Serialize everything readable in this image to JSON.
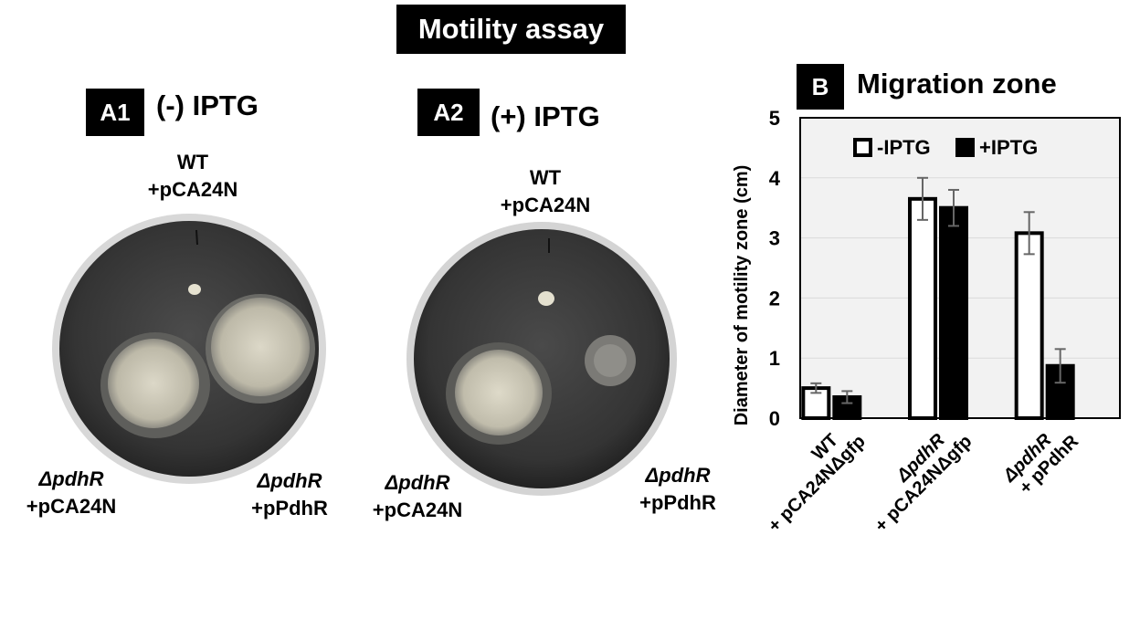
{
  "figure_title": "Motility assay",
  "panel_a1": {
    "tag": "A1",
    "condition": "(-) IPTG",
    "top_label_line1": "WT",
    "top_label_line2": "+pCA24N",
    "left_label_line1": "ΔpdhR",
    "left_label_line2": "+pCA24N",
    "right_label_line1": "ΔpdhR",
    "right_label_line2": "+pPdhR"
  },
  "panel_a2": {
    "tag": "A2",
    "condition": "(+) IPTG",
    "top_label_line1": "WT",
    "top_label_line2": "+pCA24N",
    "left_label_line1": "ΔpdhR",
    "left_label_line2": "+pCA24N",
    "right_label_line1": "ΔpdhR",
    "right_label_line2": "+pPdhR"
  },
  "panel_b": {
    "tag": "B",
    "title": "Migration zone"
  },
  "colors": {
    "plate_background": "#3a3a3a",
    "colony": "#cfcbbd",
    "bar_minus": "#ffffff",
    "bar_plus": "#000000",
    "plot_area": "#f2f2f2"
  },
  "chart_data": {
    "type": "bar",
    "ylabel": "Diameter of motility zone (cm)",
    "ylim": [
      0,
      5
    ],
    "yticks": [
      "0",
      "1",
      "2",
      "3",
      "4",
      "5"
    ],
    "categories": [
      {
        "line1": "WT",
        "line2": "+ pCA24NΔgfp"
      },
      {
        "line1": "ΔpdhR",
        "line2": "+ pCA24NΔgfp"
      },
      {
        "line1": "ΔpdhR",
        "line2": "+ pPdhR"
      }
    ],
    "legend_position": "top",
    "series": [
      {
        "name": "-IPTG",
        "values": [
          0.5,
          3.65,
          3.08
        ],
        "errors": [
          0.08,
          0.35,
          0.35
        ]
      },
      {
        "name": "+IPTG",
        "values": [
          0.35,
          3.5,
          0.87
        ],
        "errors": [
          0.1,
          0.3,
          0.28
        ]
      }
    ]
  }
}
